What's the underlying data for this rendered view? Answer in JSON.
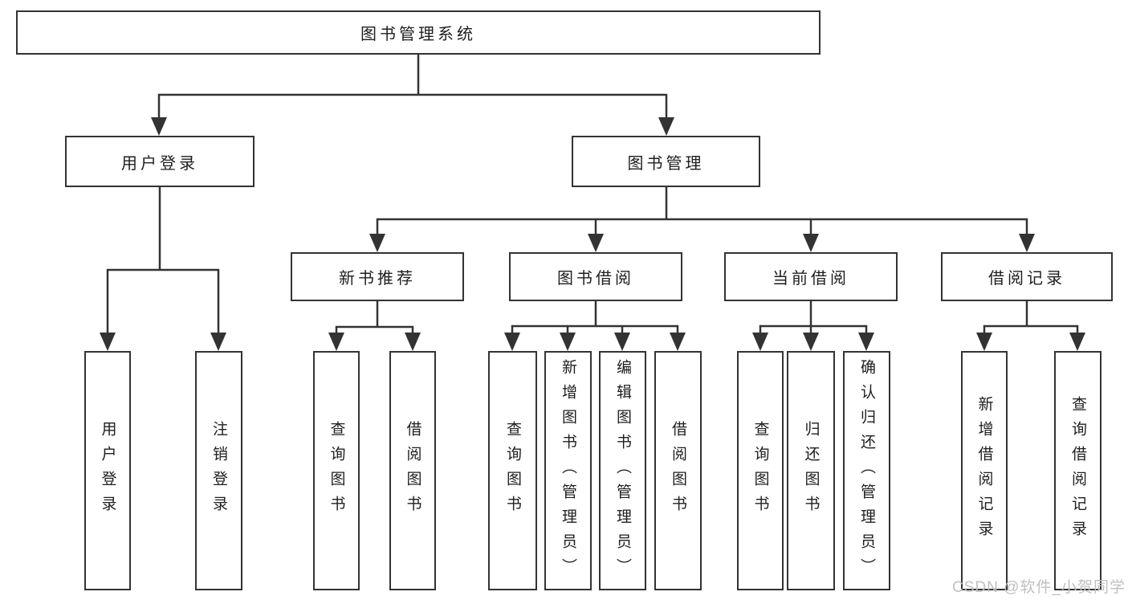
{
  "tree": {
    "label": "图书管理系统",
    "children": [
      {
        "label": "用户登录",
        "children": [
          {
            "label": "用户登录"
          },
          {
            "label": "注销登录"
          }
        ]
      },
      {
        "label": "图书管理",
        "children": [
          {
            "label": "新书推荐",
            "children": [
              {
                "label": "查询图书"
              },
              {
                "label": "借阅图书"
              }
            ]
          },
          {
            "label": "图书借阅",
            "children": [
              {
                "label": "查询图书"
              },
              {
                "label": "新增图书（管理员）"
              },
              {
                "label": "编辑图书（管理员）"
              },
              {
                "label": "借阅图书"
              }
            ]
          },
          {
            "label": "当前借阅",
            "children": [
              {
                "label": "查询图书"
              },
              {
                "label": "归还图书"
              },
              {
                "label": "确认归还（管理员）"
              }
            ]
          },
          {
            "label": "借阅记录",
            "children": [
              {
                "label": "新增借阅记录"
              },
              {
                "label": "查询借阅记录"
              }
            ]
          }
        ]
      }
    ]
  },
  "watermark": "CSDN @软件_小贺同学",
  "colors": {
    "line": "#333333",
    "box_border": "#333333",
    "text": "#1e1e1e",
    "watermark": "#c0c0c0",
    "background": "#ffffff"
  }
}
